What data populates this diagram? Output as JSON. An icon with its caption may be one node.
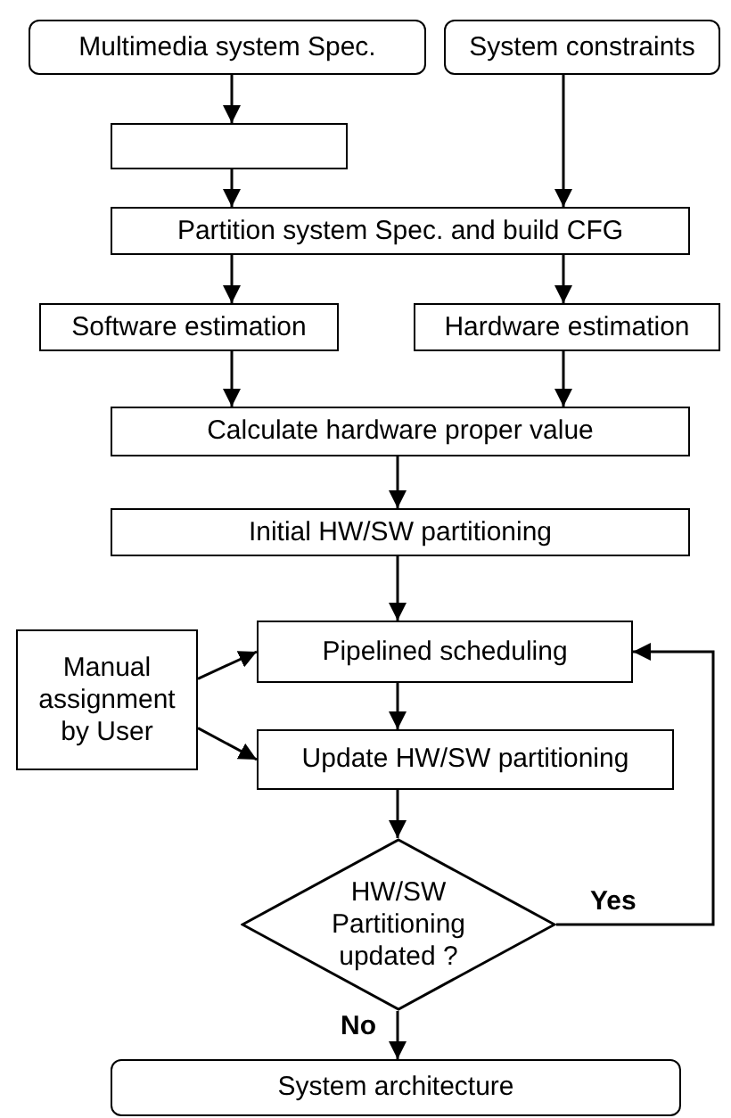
{
  "diagram": {
    "nodes": [
      {
        "text": [
          "Multimedia system Spec."
        ]
      },
      {
        "text": [
          "System constraints"
        ]
      },
      {
        "text": [],
        "shape": "box"
      },
      {
        "text": [
          "Partition system Spec. and build CFG"
        ]
      },
      {
        "text": [
          "Software estimation"
        ]
      },
      {
        "text": [
          "Hardware estimation"
        ]
      },
      {
        "text": [
          "Calculate hardware proper value"
        ]
      },
      {
        "text": [
          "Initial HW/SW partitioning"
        ]
      },
      {
        "text": [
          "Manual assignment by User"
        ]
      },
      {
        "text": [
          "Pipelined scheduling"
        ]
      },
      {
        "text": [
          "Update HW/SW partitioning"
        ]
      },
      {
        "text": [
          "HW/SW Partitioning updated ?"
        ]
      },
      {
        "text": [
          "System architecture"
        ]
      }
    ],
    "edges": [
      {
        "from": 0,
        "to": 2,
        "arrow": "to"
      },
      {
        "from": 2,
        "to": 3,
        "arrow": "to"
      },
      {
        "from": 1,
        "to": 3,
        "arrow": "to"
      },
      {
        "from": 3,
        "to": 4,
        "arrow": "to"
      },
      {
        "from": 3,
        "to": 5,
        "arrow": "to"
      },
      {
        "from": 4,
        "to": 6,
        "arrow": "to"
      },
      {
        "from": 5,
        "to": 6,
        "arrow": "to"
      },
      {
        "from": 6,
        "to": 7,
        "arrow": "to"
      },
      {
        "from": 7,
        "to": 9,
        "arrow": "to"
      },
      {
        "from": 8,
        "to": 9,
        "arrow": "to"
      },
      {
        "from": 8,
        "to": 10,
        "arrow": "to"
      },
      {
        "from": 9,
        "to": 10,
        "arrow": "to"
      },
      {
        "from": 10,
        "to": 11,
        "arrow": "to"
      },
      {
        "from": 11,
        "to": 9,
        "arrow": "to",
        "label": "Yes"
      },
      {
        "from": 11,
        "to": 12,
        "arrow": "to",
        "label": "No"
      }
    ]
  }
}
